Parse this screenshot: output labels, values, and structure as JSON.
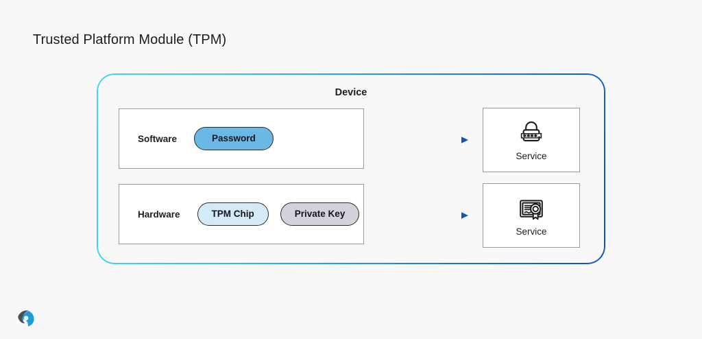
{
  "page": {
    "title": "Trusted Platform Module (TPM)",
    "background_color": "#f8f8f8"
  },
  "device": {
    "label": "Device",
    "border_gradient_start": "#3fd8ef",
    "border_gradient_end": "#0b54c4",
    "layers": [
      {
        "name": "software-layer",
        "label": "Software",
        "items": [
          {
            "name": "password-pill",
            "label": "Password",
            "color": "#6cb8e4"
          }
        ]
      },
      {
        "name": "hardware-layer",
        "label": "Hardware",
        "items": [
          {
            "name": "tpm-chip-pill",
            "label": "TPM Chip",
            "color": "#d4eaf7"
          },
          {
            "name": "private-key-pill",
            "label": "Private Key",
            "color": "#d2d2da"
          }
        ]
      }
    ]
  },
  "connectors": [
    {
      "name": "software-to-service-arrow",
      "from": "software-layer",
      "to": "service-password",
      "gradient_start": "#4fe0f0",
      "gradient_end": "#0b54c4"
    },
    {
      "name": "hardware-to-service-arrow",
      "from": "hardware-layer",
      "to": "service-certificate",
      "gradient_start": "#4fe0f0",
      "gradient_end": "#0b54c4"
    }
  ],
  "services": [
    {
      "name": "service-password",
      "label": "Service",
      "icon": "password-lock-icon"
    },
    {
      "name": "service-certificate",
      "label": "Service",
      "icon": "certificate-seal-icon"
    }
  ],
  "branding": {
    "logo_icon": "brand-logo-icon",
    "logo_color_dark": "#4a4f58",
    "logo_color_accent": "#1b9dd9"
  }
}
